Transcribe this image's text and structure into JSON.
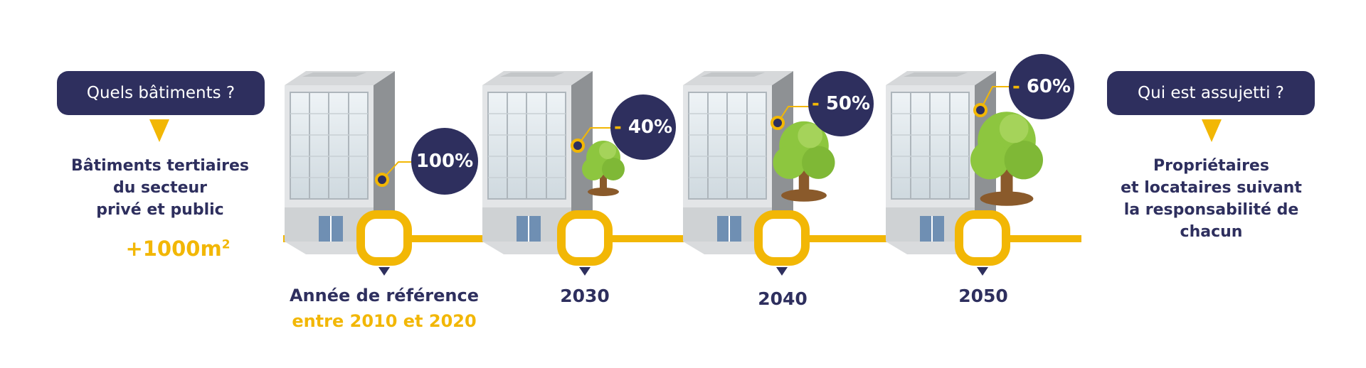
{
  "colors": {
    "navy": "#2e2f5e",
    "yellow": "#f2b705",
    "green": "#8dc63f",
    "grey": "#bfc2c4"
  },
  "left": {
    "question": "Quels bâtiments ?",
    "line1": "Bâtiments tertiaires",
    "line2": "du secteur",
    "line3": "privé et public",
    "area": "+1000m",
    "area_sup": "2"
  },
  "right": {
    "question": "Qui est assujetti ?",
    "line1": "Propriétaires",
    "line2": "et locataires suivant",
    "line3": "la responsabilité de",
    "line4": "chacun"
  },
  "milestones": [
    {
      "badge": "100%",
      "label": "Année de référence",
      "sublabel": "entre 2010 et 2020"
    },
    {
      "badge_dash": "-",
      "badge": "40%",
      "label": "2030"
    },
    {
      "badge_dash": "-",
      "badge": "50%",
      "label": "2040"
    },
    {
      "badge_dash": "-",
      "badge": "60%",
      "label": "2050"
    }
  ]
}
